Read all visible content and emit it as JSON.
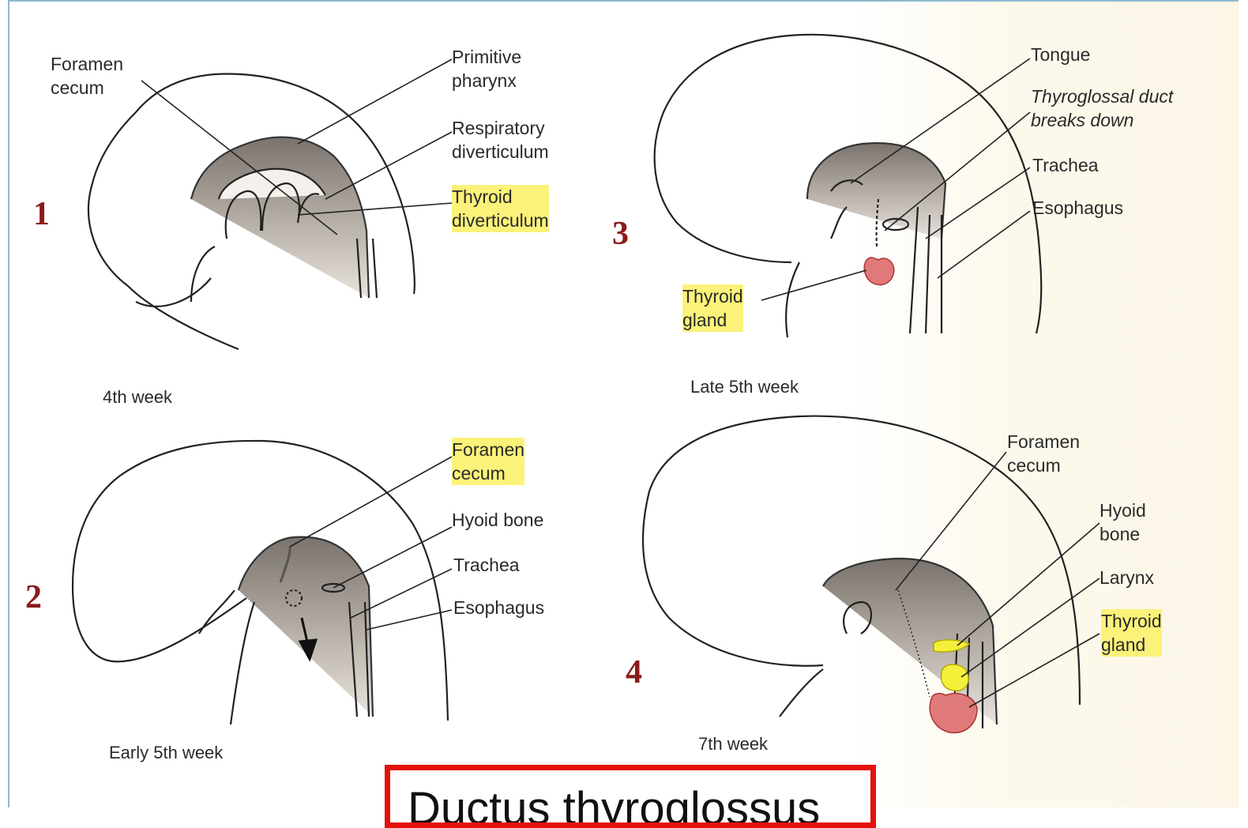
{
  "panels": [
    {
      "number": "1",
      "caption": "4th week",
      "labels": {
        "foramen_cecum": "Foramen\ncecum",
        "primitive_pharynx": "Primitive\npharynx",
        "respiratory_diverticulum": "Respiratory\ndiverticulum",
        "thyroid_diverticulum": "Thyroid\ndiverticulum"
      }
    },
    {
      "number": "2",
      "caption": "Early 5th week",
      "labels": {
        "foramen_cecum": "Foramen\ncecum",
        "hyoid_bone": "Hyoid bone",
        "trachea": "Trachea",
        "esophagus": "Esophagus"
      }
    },
    {
      "number": "3",
      "caption": "Late 5th week",
      "labels": {
        "tongue": "Tongue",
        "thyroglossal_duct": "Thyroglossal duct\nbreaks down",
        "trachea": "Trachea",
        "esophagus": "Esophagus",
        "thyroid_gland": "Thyroid\ngland"
      }
    },
    {
      "number": "4",
      "caption": "7th week",
      "labels": {
        "foramen_cecum": "Foramen\ncecum",
        "hyoid_bone": "Hyoid\nbone",
        "larynx": "Larynx",
        "thyroid_gland": "Thyroid\ngland"
      }
    }
  ],
  "title": "Ductus thyroglossus",
  "colors": {
    "highlight": "#fbf27a",
    "panel_number": "#8b1a1a",
    "title_border": "#e3120b",
    "thyroid": "#e07a7a",
    "hyoid": "#f4f03a",
    "frame": "#8fb8cf"
  }
}
